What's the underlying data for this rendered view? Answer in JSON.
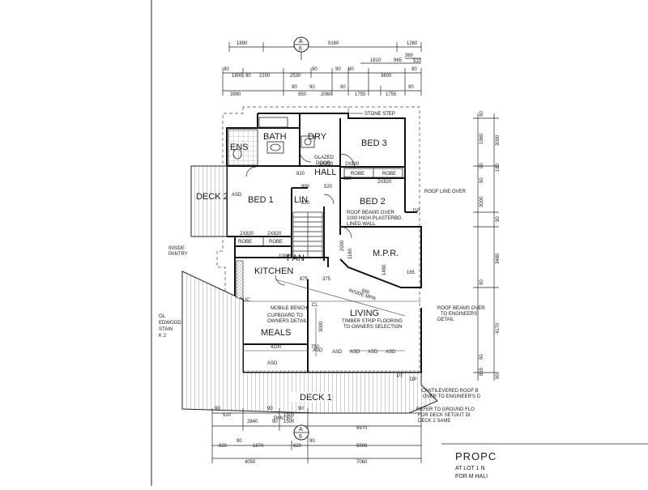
{
  "header": {
    "top_left_text": "",
    "grid_label": "A",
    "grid_number": "6"
  },
  "dims_top": {
    "row1": [
      "1890",
      "9160",
      "1260"
    ],
    "row2": [
      "360",
      "510"
    ],
    "row3": [
      "1810",
      "965"
    ],
    "row4": [
      "90",
      "1800",
      "90",
      "2100",
      "2530",
      "90",
      "90",
      "90",
      "3600",
      "90"
    ],
    "row5": [
      "3990",
      "90",
      "950",
      "90",
      "2060",
      "90",
      "1755",
      "1755",
      "90"
    ]
  },
  "rooms": {
    "bath": "BATH",
    "dry": "DRY",
    "ens": "ENS",
    "bed3": "BED 3",
    "hall": "HALL",
    "bed1": "BED 1",
    "lin": "LIN",
    "bed2": "BED 2",
    "mpr": "M.P.R.",
    "kitchen": "KITCHEN",
    "pan": "PAN",
    "living": "LIVING",
    "meals": "MEALS",
    "deck1": "DECK 1",
    "deck2": "DECK 2"
  },
  "notes": {
    "stone_step": "STONE STEP",
    "glazed_door_1": "GLAZED",
    "glazed_door_2": "DOOR",
    "robe": "ROBE",
    "roof_line_over": "ROOF LINE OVER",
    "roof_beams_over": "ROOF BEAMS OVER",
    "plasterbd_1": "1000 HIGH PLASTERBD.",
    "plasterbd_2": "LINED WALL",
    "inside_pantry_1": "INSIDE",
    "inside_pantry_2": "PANTRY",
    "mobile_bench": "MOBILE BENCH",
    "cupboard_1": "CUPBOARD TO",
    "cupboard_2": "OWNERS DETAIL",
    "timber_1": "TIMBER STRIP FLOORING",
    "timber_2": "TO OWNERS SELECTION",
    "roof_beams_eng_1": "ROOF BEAMS OVER",
    "roof_beams_eng_2": "TO ENGINEERS",
    "roof_beams_eng_3": "DETAIL",
    "cantilevered_1": "CANTILEVERED ROOF B",
    "cantilevered_2": "OVER TO ENGINEER'S D",
    "refer_1": "REFER TO GROUND FLO",
    "refer_2": "FOR DECK SETOUT DI",
    "refer_3": "DECK 2 SAME",
    "pantry_small": "PANTRY",
    "redwood_1": "OL",
    "redwood_2": "EDWOOD",
    "redwood_3": "STAIN",
    "redwood_4": "K 2",
    "asd": "ASD",
    "dp": "DP",
    "pt": "PT",
    "cl": "CL",
    "uc": "UC",
    "inside_mpr": "INSIDE MPR"
  },
  "dims_internal": {
    "d2x820": "2X820",
    "d820": "820",
    "d990": "990",
    "d520": "520",
    "d1000": "1000",
    "d2000": "2000",
    "d165": "165",
    "d875": "875",
    "d375": "375",
    "d3000": "3000",
    "d4100": "4100",
    "d750": "750",
    "d1480": "1480",
    "d680": "680",
    "d1180": "1180"
  },
  "dims_right": [
    "90",
    "1960",
    "90",
    "3000",
    "180",
    "90",
    "3000",
    "90",
    "3480",
    "90",
    "4170",
    "90",
    "855",
    "90"
  ],
  "dims_bottom": {
    "row1": [
      "90",
      "510",
      "90",
      "1500",
      "90"
    ],
    "row2": [
      "2840",
      "90",
      "1500"
    ],
    "row3": [
      "6970"
    ],
    "row4": [
      "820",
      "90",
      "1870",
      "620",
      "90",
      "5000"
    ],
    "row5": [
      "4050",
      "7060"
    ]
  },
  "title_block": {
    "title": "PROPC",
    "line1": "AT LOT 1 N",
    "line2": "FOR M HALI"
  }
}
